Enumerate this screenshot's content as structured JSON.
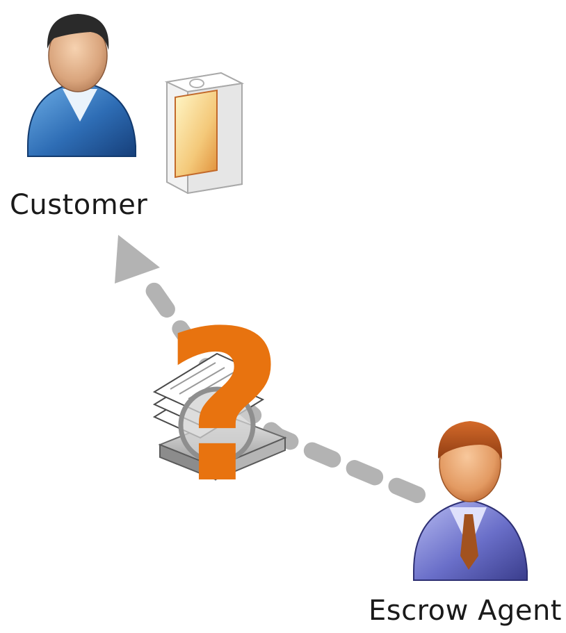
{
  "diagram": {
    "actors": [
      {
        "id": "customer",
        "label": "Customer",
        "icon": "person-blue-icon"
      },
      {
        "id": "escrow_agent",
        "label": "Escrow Agent",
        "icon": "person-orange-purple-icon"
      }
    ],
    "objects": [
      {
        "icon": "product-box-icon",
        "owner": "customer"
      },
      {
        "icon": "server-with-documents-icon",
        "status": "uncertain"
      }
    ],
    "overlay_symbol": "?",
    "connector": {
      "from": "escrow_agent",
      "to": "customer",
      "style": "dashed",
      "color": "#b3b3b3"
    },
    "colors": {
      "question_mark": "#e8730f",
      "customer_shirt": "#2e6db5",
      "agent_shirt": "#6a6fc9",
      "agent_hair": "#b4521c"
    }
  }
}
